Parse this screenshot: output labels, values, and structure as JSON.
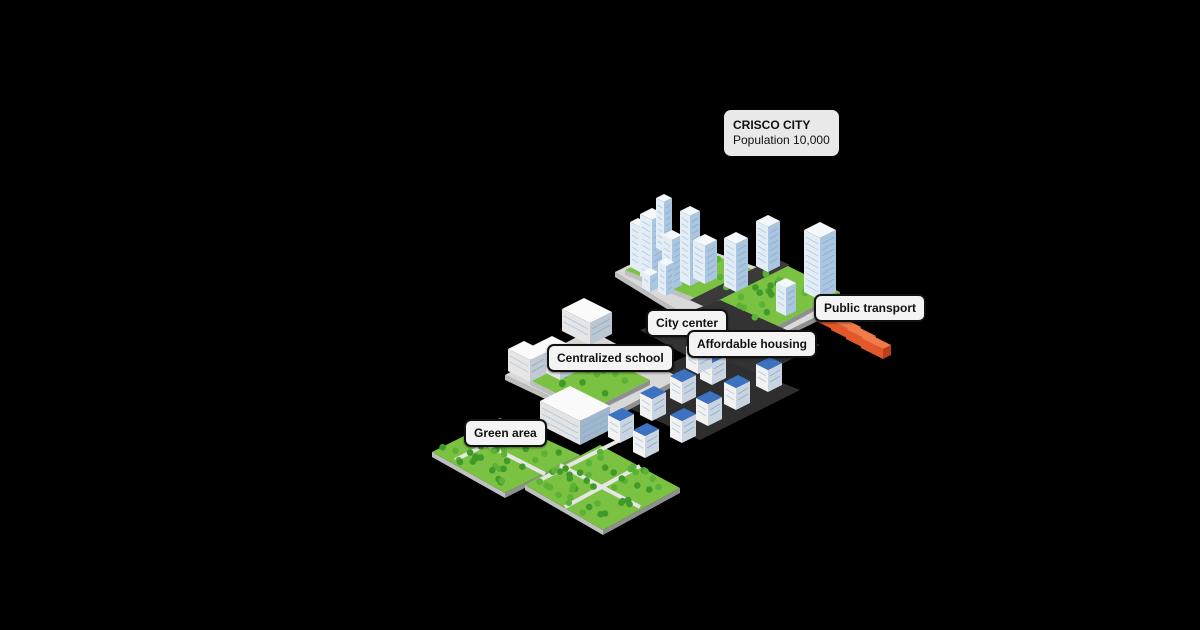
{
  "info": {
    "title": "CRISCO CITY",
    "population": "Population 10,000"
  },
  "labels": {
    "city_center": "City center",
    "public_transport": "Public transport",
    "centralized_school": "Centralized school",
    "affordable_housing": "Affordable housing",
    "green_area": "Green area"
  },
  "colors": {
    "background": "#000000",
    "grass": "#7cc242",
    "tree": "#3f9a2a",
    "road": "#3a3a3a",
    "roof": "#3b72c2",
    "bus": "#e2582a"
  }
}
